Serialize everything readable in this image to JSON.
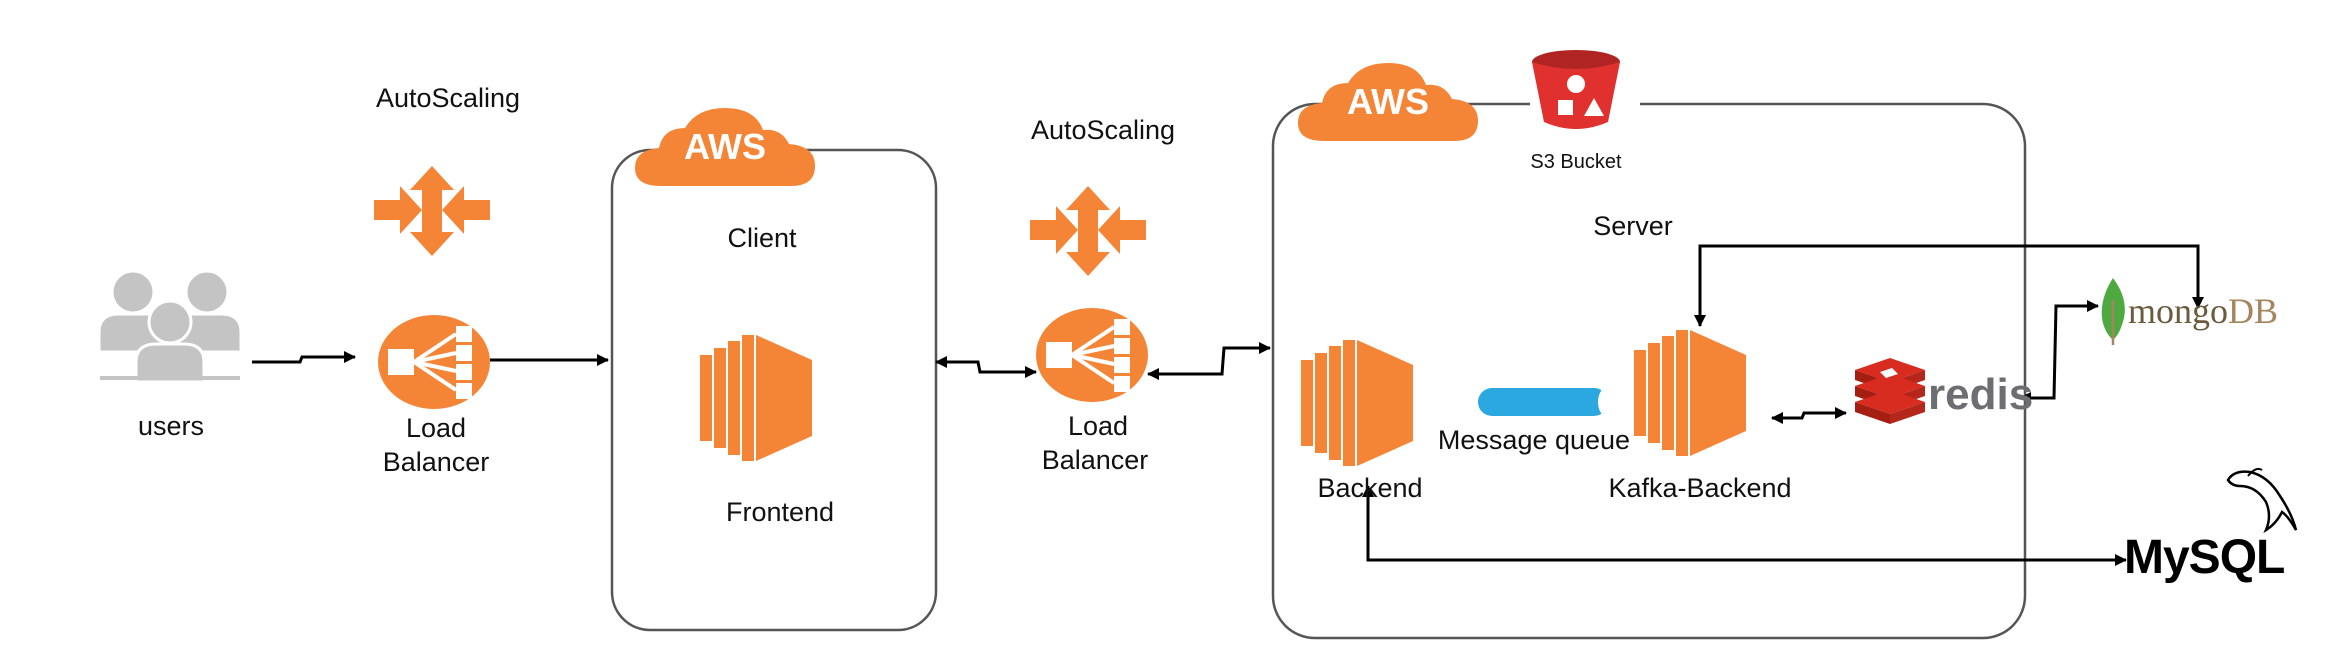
{
  "diagram": {
    "users": {
      "label": "users"
    },
    "autoscaling_left": {
      "label": "AutoScaling"
    },
    "load_balancer_left": {
      "label_line1": "Load",
      "label_line2": "Balancer"
    },
    "client_region": {
      "badge": "AWS",
      "title": "Client"
    },
    "frontend": {
      "label": "Frontend"
    },
    "autoscaling_mid": {
      "label": "AutoScaling"
    },
    "load_balancer_mid": {
      "label_line1": "Load",
      "label_line2": "Balancer"
    },
    "server_region": {
      "badge": "AWS",
      "title": "Server"
    },
    "s3_bucket": {
      "label": "S3 Bucket"
    },
    "backend": {
      "label": "Backend"
    },
    "message_queue": {
      "label": "Message queue"
    },
    "kafka_backend": {
      "label": "Kafka-Backend"
    },
    "redis": {
      "label": "redis"
    },
    "mongodb": {
      "label_a": "mongo",
      "label_b": "DB"
    },
    "mysql": {
      "label": "MySQL"
    }
  },
  "colors": {
    "aws_orange": "#F58536",
    "s3_red": "#E0312F",
    "queue_blue": "#2BA8E0",
    "redis_red": "#D82C20",
    "redis_gray": "#6D6E71",
    "mongo_green": "#4DA940",
    "mongo_text": "#6B5B3E",
    "user_gray": "#C4C4C4",
    "line": "#000000",
    "region_border": "#555555"
  },
  "icons": {
    "users": "users-group-icon",
    "autoscaling": "autoscaling-arrows-icon",
    "load_balancer": "load-balancer-icon",
    "ec2": "ec2-instance-icon",
    "aws": "aws-cloud-badge-icon",
    "s3": "s3-bucket-icon",
    "queue": "message-queue-cylinder-icon",
    "redis": "redis-cubes-icon",
    "mongodb": "mongodb-leaf-icon",
    "mysql": "mysql-dolphin-icon"
  }
}
